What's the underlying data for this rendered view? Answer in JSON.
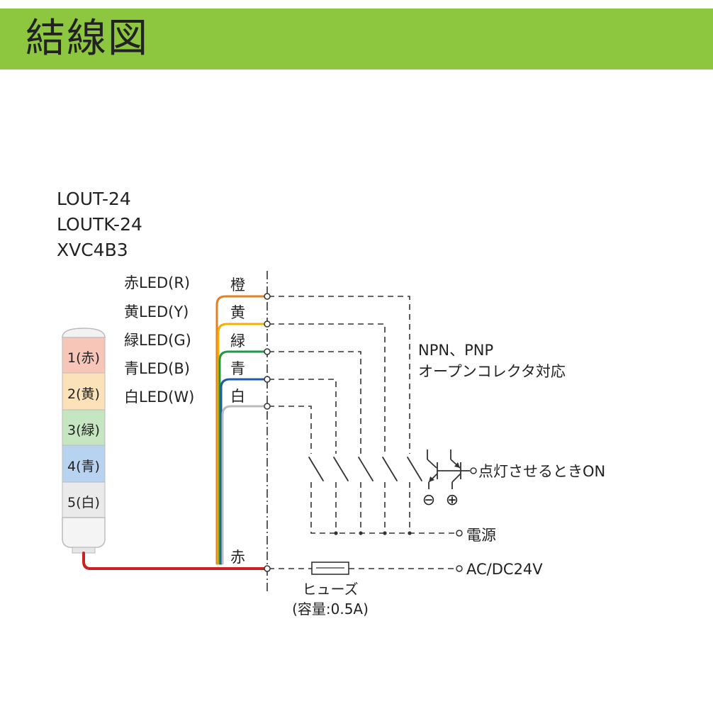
{
  "header": {
    "title": "結線図"
  },
  "models": [
    "LOUT-24",
    "LOUTK-24",
    "XVC4B3"
  ],
  "led_labels": [
    "赤LED(R)",
    "黄LED(Y)",
    "緑LED(G)",
    "青LED(B)",
    "白LED(W)"
  ],
  "wires": [
    {
      "label": "橙",
      "color": "#e67e22"
    },
    {
      "label": "黄",
      "color": "#f0b000"
    },
    {
      "label": "緑",
      "color": "#1e9a46"
    },
    {
      "label": "青",
      "color": "#1f5ba8"
    },
    {
      "label": "白",
      "color": "#bbbbbb"
    }
  ],
  "common_wire": {
    "label": "赤",
    "color": "#cc1f1f"
  },
  "tiers": [
    {
      "label": "1(赤)",
      "color": "#f7c6b8"
    },
    {
      "label": "2(黄)",
      "color": "#fce2b8"
    },
    {
      "label": "3(緑)",
      "color": "#c5e6c0"
    },
    {
      "label": "4(青)",
      "color": "#b8d3f0"
    },
    {
      "label": "5(白)",
      "color": "#eaeaea"
    }
  ],
  "transistor_note": [
    "NPN、PNP",
    "オープンコレクタ対応"
  ],
  "switch_note": "点灯させるときON",
  "polarity": {
    "minus": "⊖",
    "plus": "⊕"
  },
  "power_label": "電源",
  "supply_label": "AC/DC24V",
  "fuse": {
    "name": "ヒューズ",
    "capacity": "(容量:0.5A)"
  }
}
